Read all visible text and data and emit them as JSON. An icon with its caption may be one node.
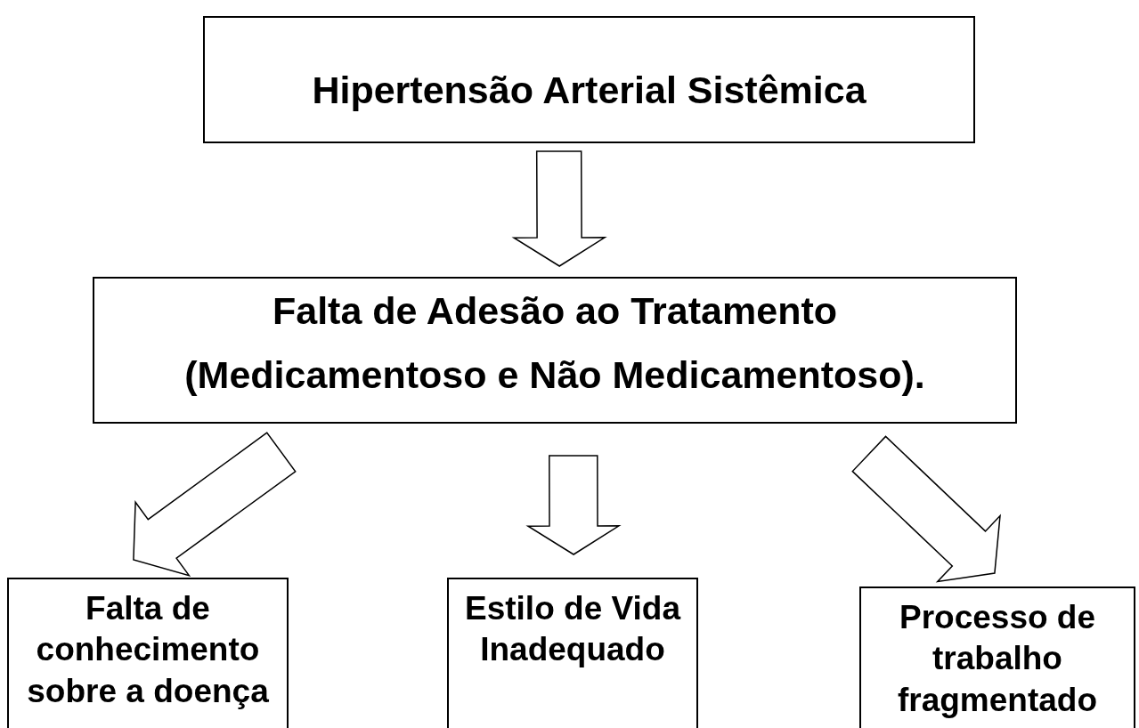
{
  "diagram": {
    "nodes": [
      {
        "text": [
          "Hipertensão Arterial Sistêmica"
        ]
      },
      {
        "text": [
          "Falta de Adesão ao Tratamento",
          "(Medicamentoso e Não Medicamentoso)."
        ]
      },
      {
        "text": [
          "Falta de conhecimento sobre a doença"
        ]
      },
      {
        "text": [
          "Estilo de Vida Inadequado"
        ]
      },
      {
        "text": [
          "Processo de trabalho fragmentado"
        ]
      }
    ],
    "edges": [
      {
        "from": 0,
        "to": 1,
        "arrow": "to"
      },
      {
        "from": 1,
        "to": 2,
        "arrow": "to"
      },
      {
        "from": 1,
        "to": 3,
        "arrow": "to"
      },
      {
        "from": 1,
        "to": 4,
        "arrow": "to"
      }
    ]
  }
}
